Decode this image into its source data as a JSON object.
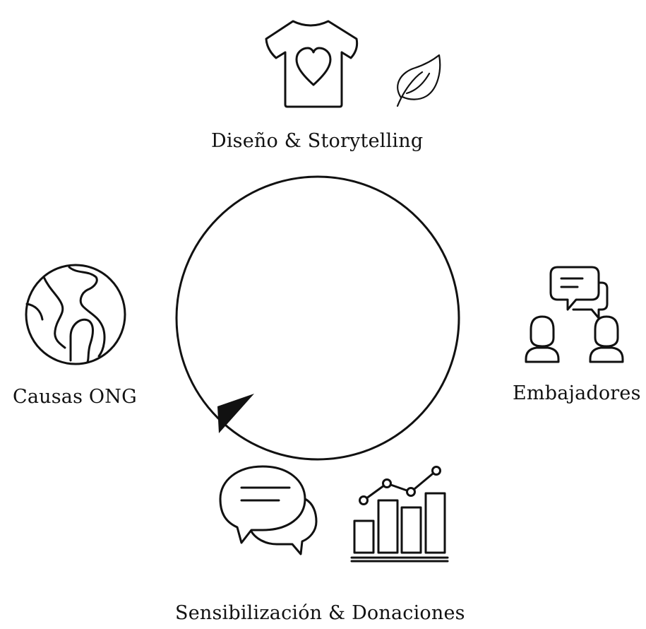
{
  "nodes": {
    "top": {
      "label": "Diseño & Storytelling",
      "icons": [
        "tshirt-heart-icon",
        "leaf-icon"
      ]
    },
    "right": {
      "label": "Embajadores",
      "icons": [
        "people-chat-icon"
      ]
    },
    "bottom": {
      "label": "Sensibilización & Donaciones",
      "icons": [
        "chat-bubbles-icon",
        "bar-chart-icon"
      ]
    },
    "left": {
      "label": "Causas ONG",
      "icons": [
        "globe-icon"
      ]
    }
  },
  "cycle": {
    "direction": "clockwise"
  },
  "colors": {
    "stroke": "#111111",
    "background": "#ffffff"
  }
}
